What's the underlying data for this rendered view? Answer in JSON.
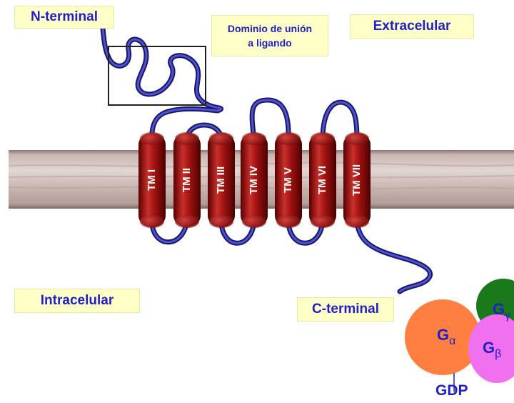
{
  "labels": {
    "n_terminal": "N-terminal",
    "ligand_domain_line1": "Dominio de unión",
    "ligand_domain_line2": "a ligando",
    "extracellular": "Extracelular",
    "intracellular": "Intracelular",
    "c_terminal": "C-terminal"
  },
  "helices": [
    "TM I",
    "TM II",
    "TM III",
    "TM IV",
    "TM V",
    "TM VI",
    "TM VII"
  ],
  "g_protein": {
    "alpha": {
      "base": "G",
      "sub": "α"
    },
    "beta": {
      "base": "G",
      "sub": "β"
    },
    "gamma": {
      "base": "G",
      "sub": "γ"
    },
    "gdp": "GDP"
  },
  "colors": {
    "label_bg": "#ffffc8",
    "label_text": "#2020c8",
    "helix": "#a01010",
    "loop": "#2a2a9a",
    "membrane": "#c7b1ad",
    "g_alpha": "#ff7f40",
    "g_beta": "#f070f0",
    "g_gamma": "#1a7a1a"
  }
}
